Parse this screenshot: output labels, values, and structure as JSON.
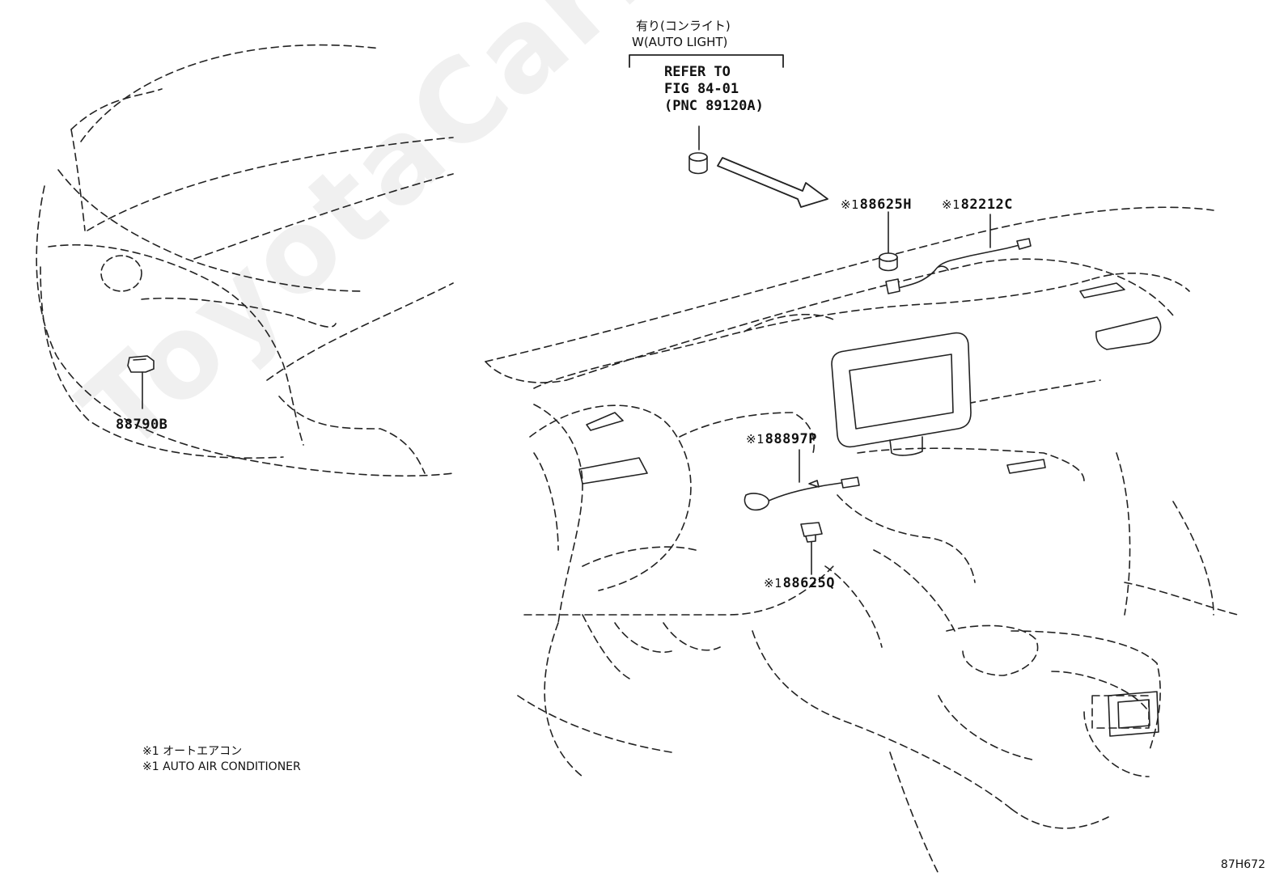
{
  "header": {
    "jp_line": "有り(コンライト)",
    "en_line": "W(AUTO LIGHT)",
    "ref_line1": "REFER TO",
    "ref_line2": "FIG 84-01",
    "ref_line3": "(PNC 89120A)"
  },
  "parts": {
    "p88790b": "88790B",
    "p88625h": "88625H",
    "p82212c": "82212C",
    "p88897p": "88897P",
    "p88625q": "88625Q",
    "mark": "※1"
  },
  "notes": {
    "jp": "※1 オートエアコン",
    "en": "※1 AUTO AIR CONDITIONER"
  },
  "figure_code": "87H672",
  "watermark": "ToyotaCarMine.ru"
}
